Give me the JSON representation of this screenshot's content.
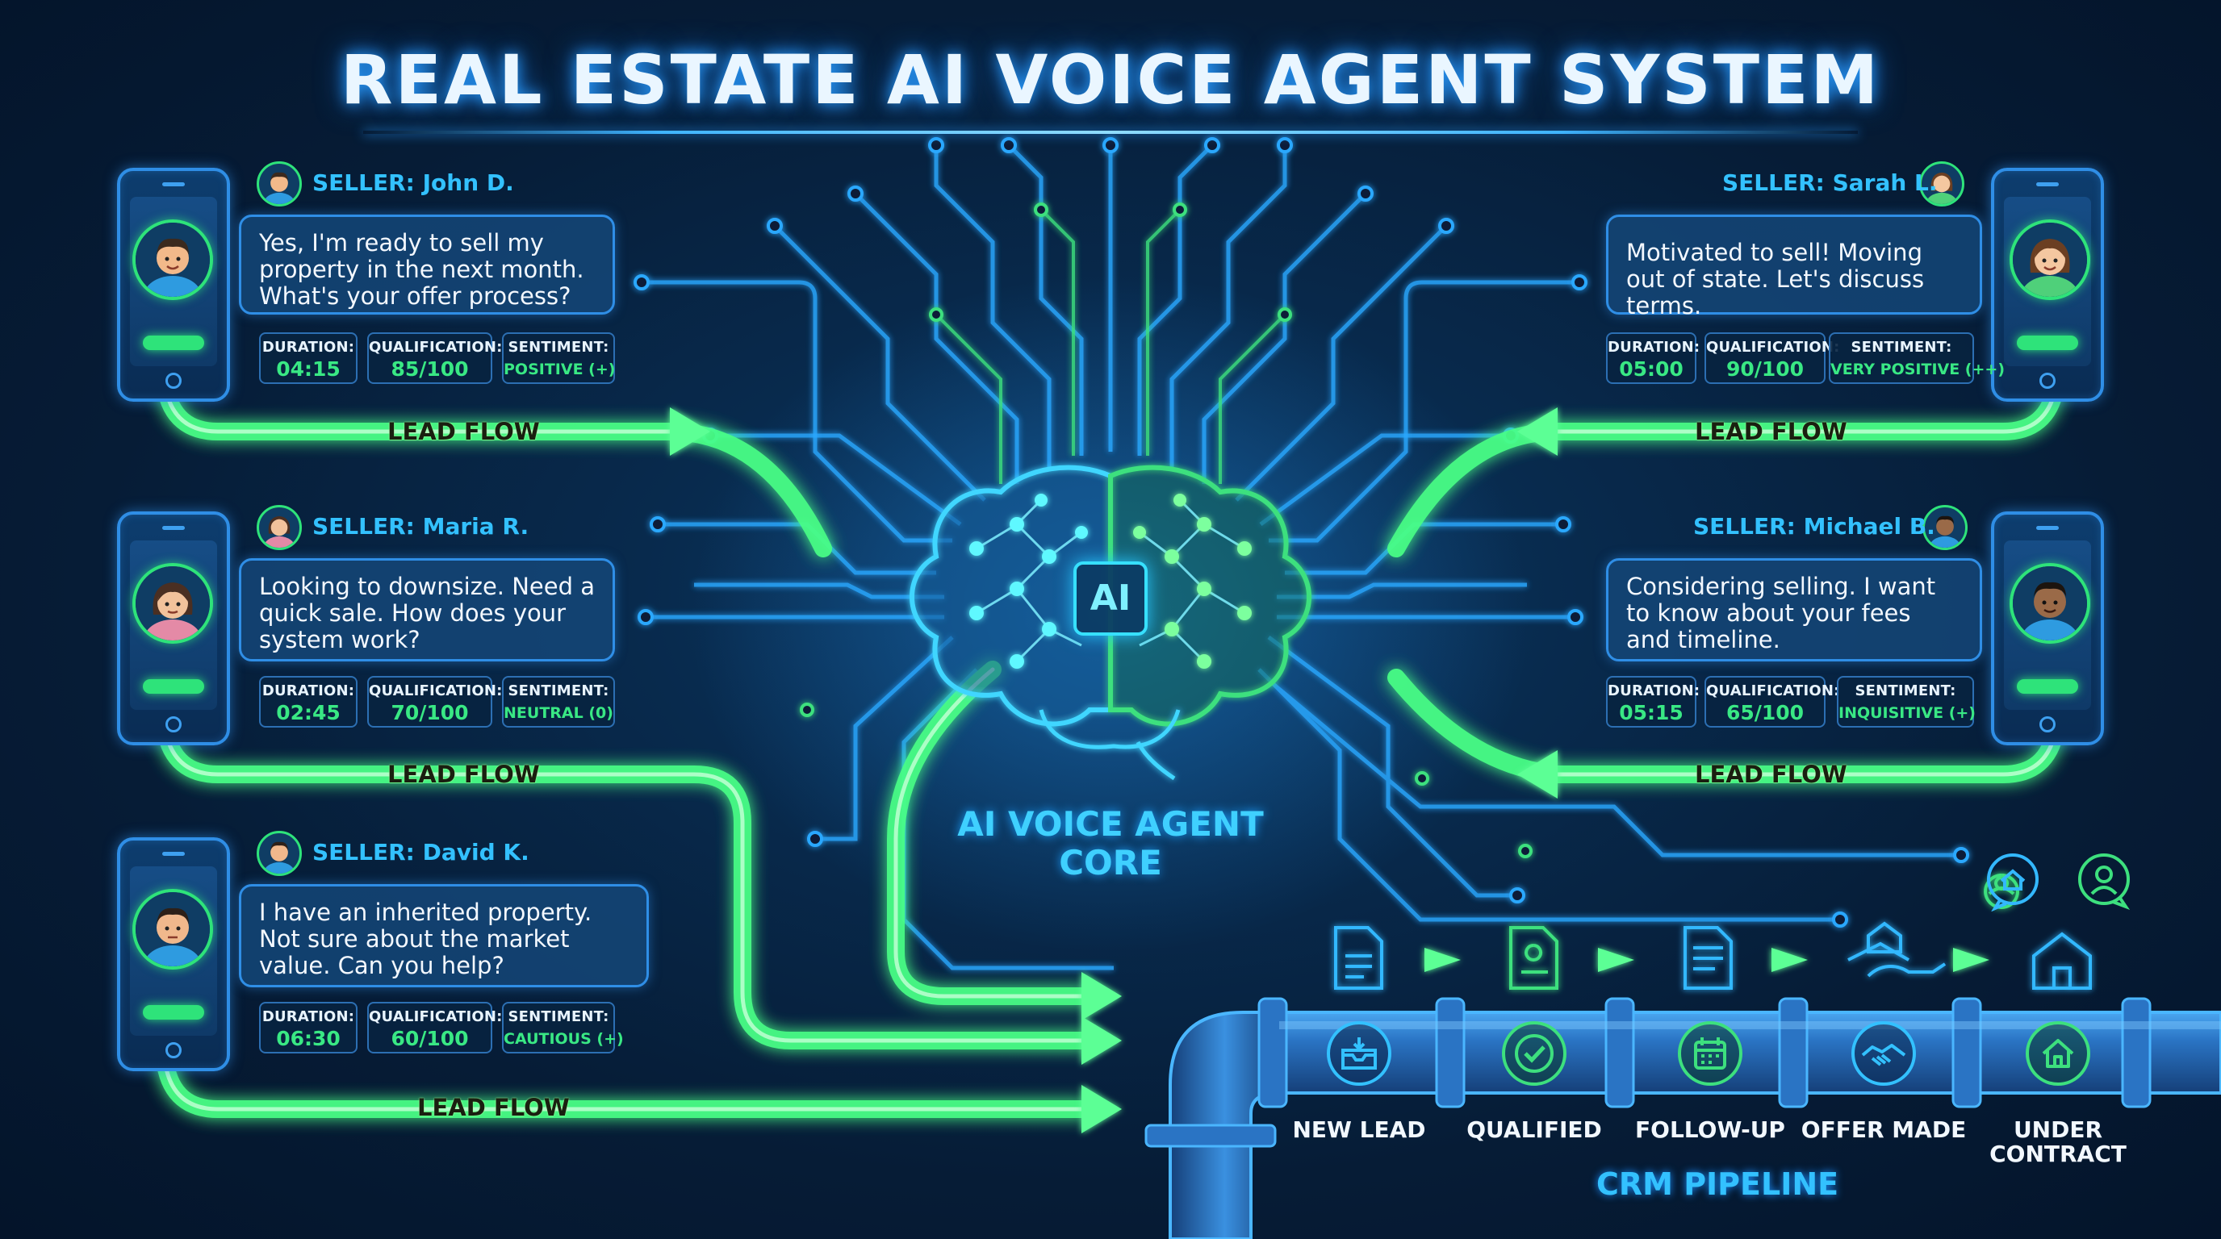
{
  "title": "REAL ESTATE AI VOICE AGENT SYSTEM",
  "colors": {
    "accent_blue": "#2f8ee6",
    "accent_cyan": "#33c1ff",
    "accent_green": "#2ee37a",
    "background": "#061c36"
  },
  "stat_labels": {
    "duration": "DURATION:",
    "qualification": "QUALIFICATION:",
    "sentiment": "SENTIMENT:"
  },
  "flow_label": "LEAD FLOW",
  "sellers": {
    "john": {
      "name": "SELLER: John D.",
      "message": "Yes, I'm ready to sell my property in the next month. What's your offer process?",
      "duration": "04:15",
      "qualification": "85/100",
      "sentiment": "POSITIVE (+)"
    },
    "maria": {
      "name": "SELLER: Maria R.",
      "message": "Looking to downsize. Need a quick sale. How does your system work?",
      "duration": "02:45",
      "qualification": "70/100",
      "sentiment": "NEUTRAL (0)"
    },
    "david": {
      "name": "SELLER: David K.",
      "message": "I have an inherited property. Not sure about the market value. Can you help?",
      "duration": "06:30",
      "qualification": "60/100",
      "sentiment": "CAUTIOUS (+)"
    },
    "sarah": {
      "name": "SELLER: Sarah L.",
      "message": "Motivated to sell! Moving out of state. Let's discuss terms.",
      "duration": "05:00",
      "qualification": "90/100",
      "sentiment": "VERY POSITIVE (++)"
    },
    "michael": {
      "name": "SELLER: Michael B.",
      "message": "Considering selling. I want to know about your fees and timeline.",
      "duration": "05:15",
      "qualification": "65/100",
      "sentiment": "INQUISITIVE (+)"
    }
  },
  "core": {
    "badge": "AI",
    "label_line1": "AI VOICE AGENT",
    "label_line2": "CORE"
  },
  "pipeline": {
    "label": "CRM PIPELINE",
    "stages": [
      {
        "label": "NEW LEAD",
        "icon": "inbox-icon"
      },
      {
        "label": "QUALIFIED",
        "icon": "checkmark-icon"
      },
      {
        "label": "FOLLOW-UP",
        "icon": "calendar-icon"
      },
      {
        "label": "OFFER MADE",
        "icon": "handshake-icon"
      },
      {
        "label_line1": "UNDER",
        "label_line2": "CONTRACT",
        "icon": "house-icon"
      }
    ]
  }
}
